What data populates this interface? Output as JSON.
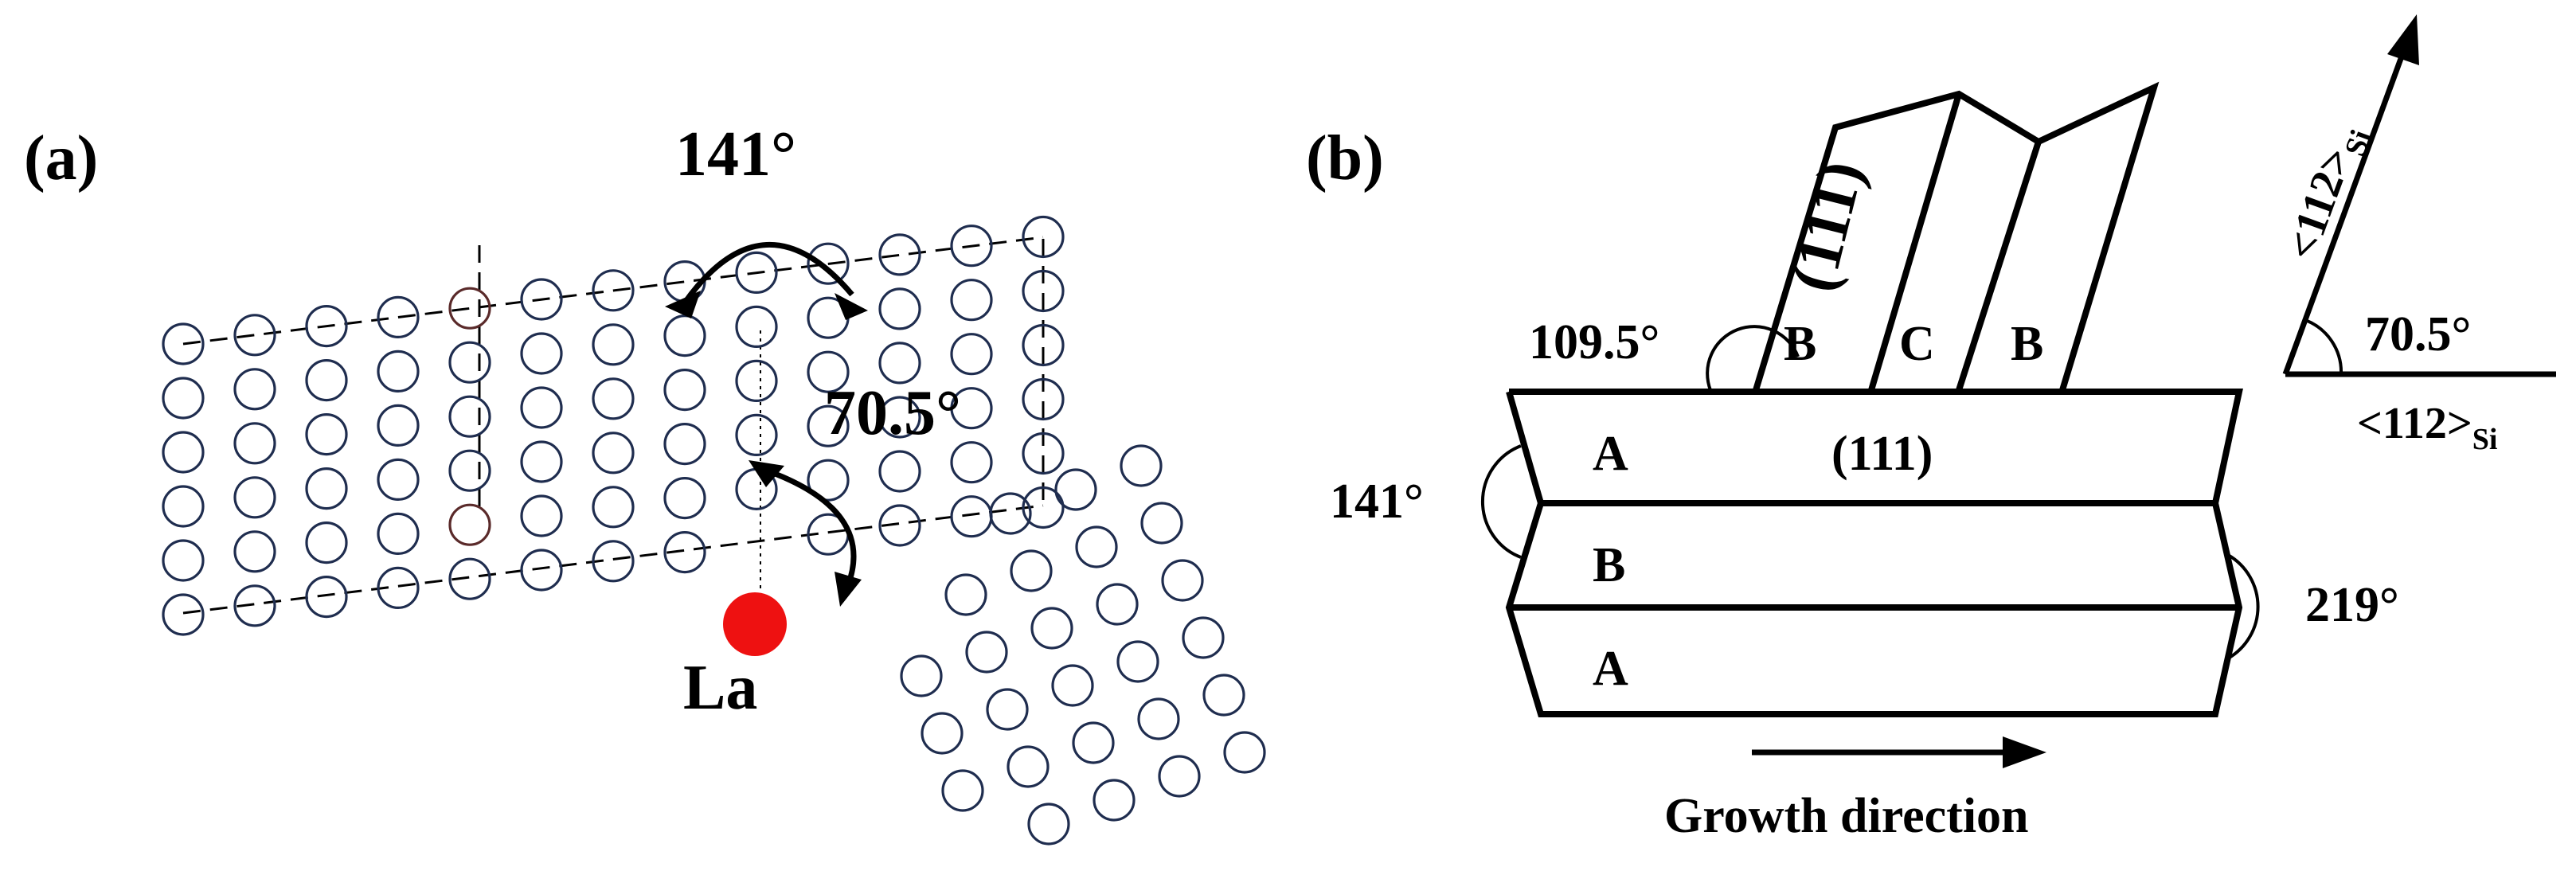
{
  "panel_a": {
    "label": "(a)",
    "angle_top": "141°",
    "angle_mid": "70.5°",
    "atom_label": "La",
    "colors": {
      "atom_outline": "#1f2d4f",
      "la_atom": "#ee1111"
    }
  },
  "panel_b": {
    "label": "(b)",
    "twin_plane": "(111)",
    "base_plane": "(111)",
    "angle_109": "109.5°",
    "angle_141": "141°",
    "angle_219": "219°",
    "stack_upper": [
      "B",
      "C",
      "B"
    ],
    "stack_lower": [
      "A",
      "B",
      "A"
    ],
    "growth_label": "Growth direction"
  },
  "axes": {
    "direction": "<112>",
    "direction_sub": "Si",
    "angle": "70.5°"
  }
}
